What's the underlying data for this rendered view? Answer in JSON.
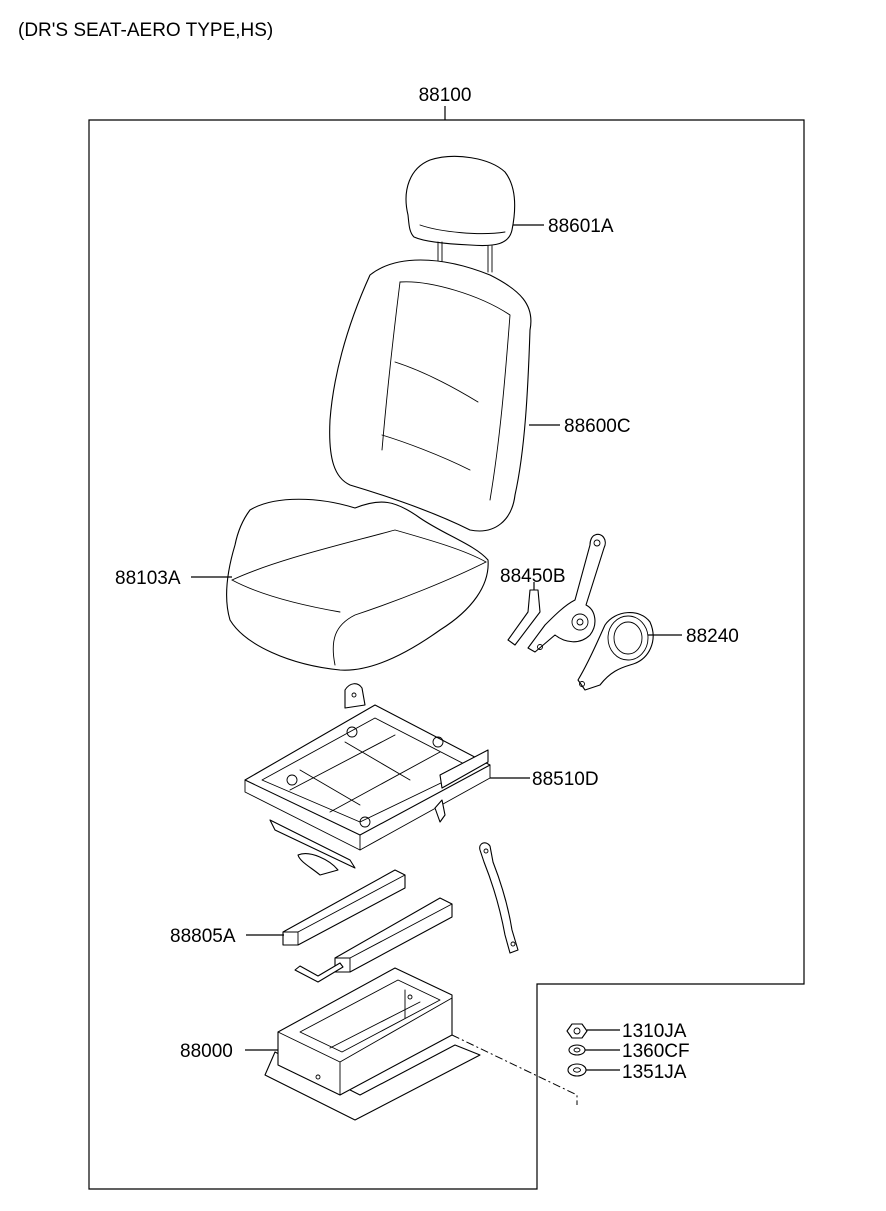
{
  "title": "(DR'S SEAT-AERO TYPE,HS)",
  "parts": {
    "assembly": "88100",
    "headrest": "88601A",
    "seat_back": "88600C",
    "seat_cushion": "88103A",
    "recliner_lever": "88450B",
    "recliner_cover": "88240",
    "seat_track": "88510D",
    "track_cover": "88805A",
    "seat_base": "88000",
    "nut": "1310JA",
    "washer": "1360CF",
    "bolt_washer": "1351JA"
  }
}
